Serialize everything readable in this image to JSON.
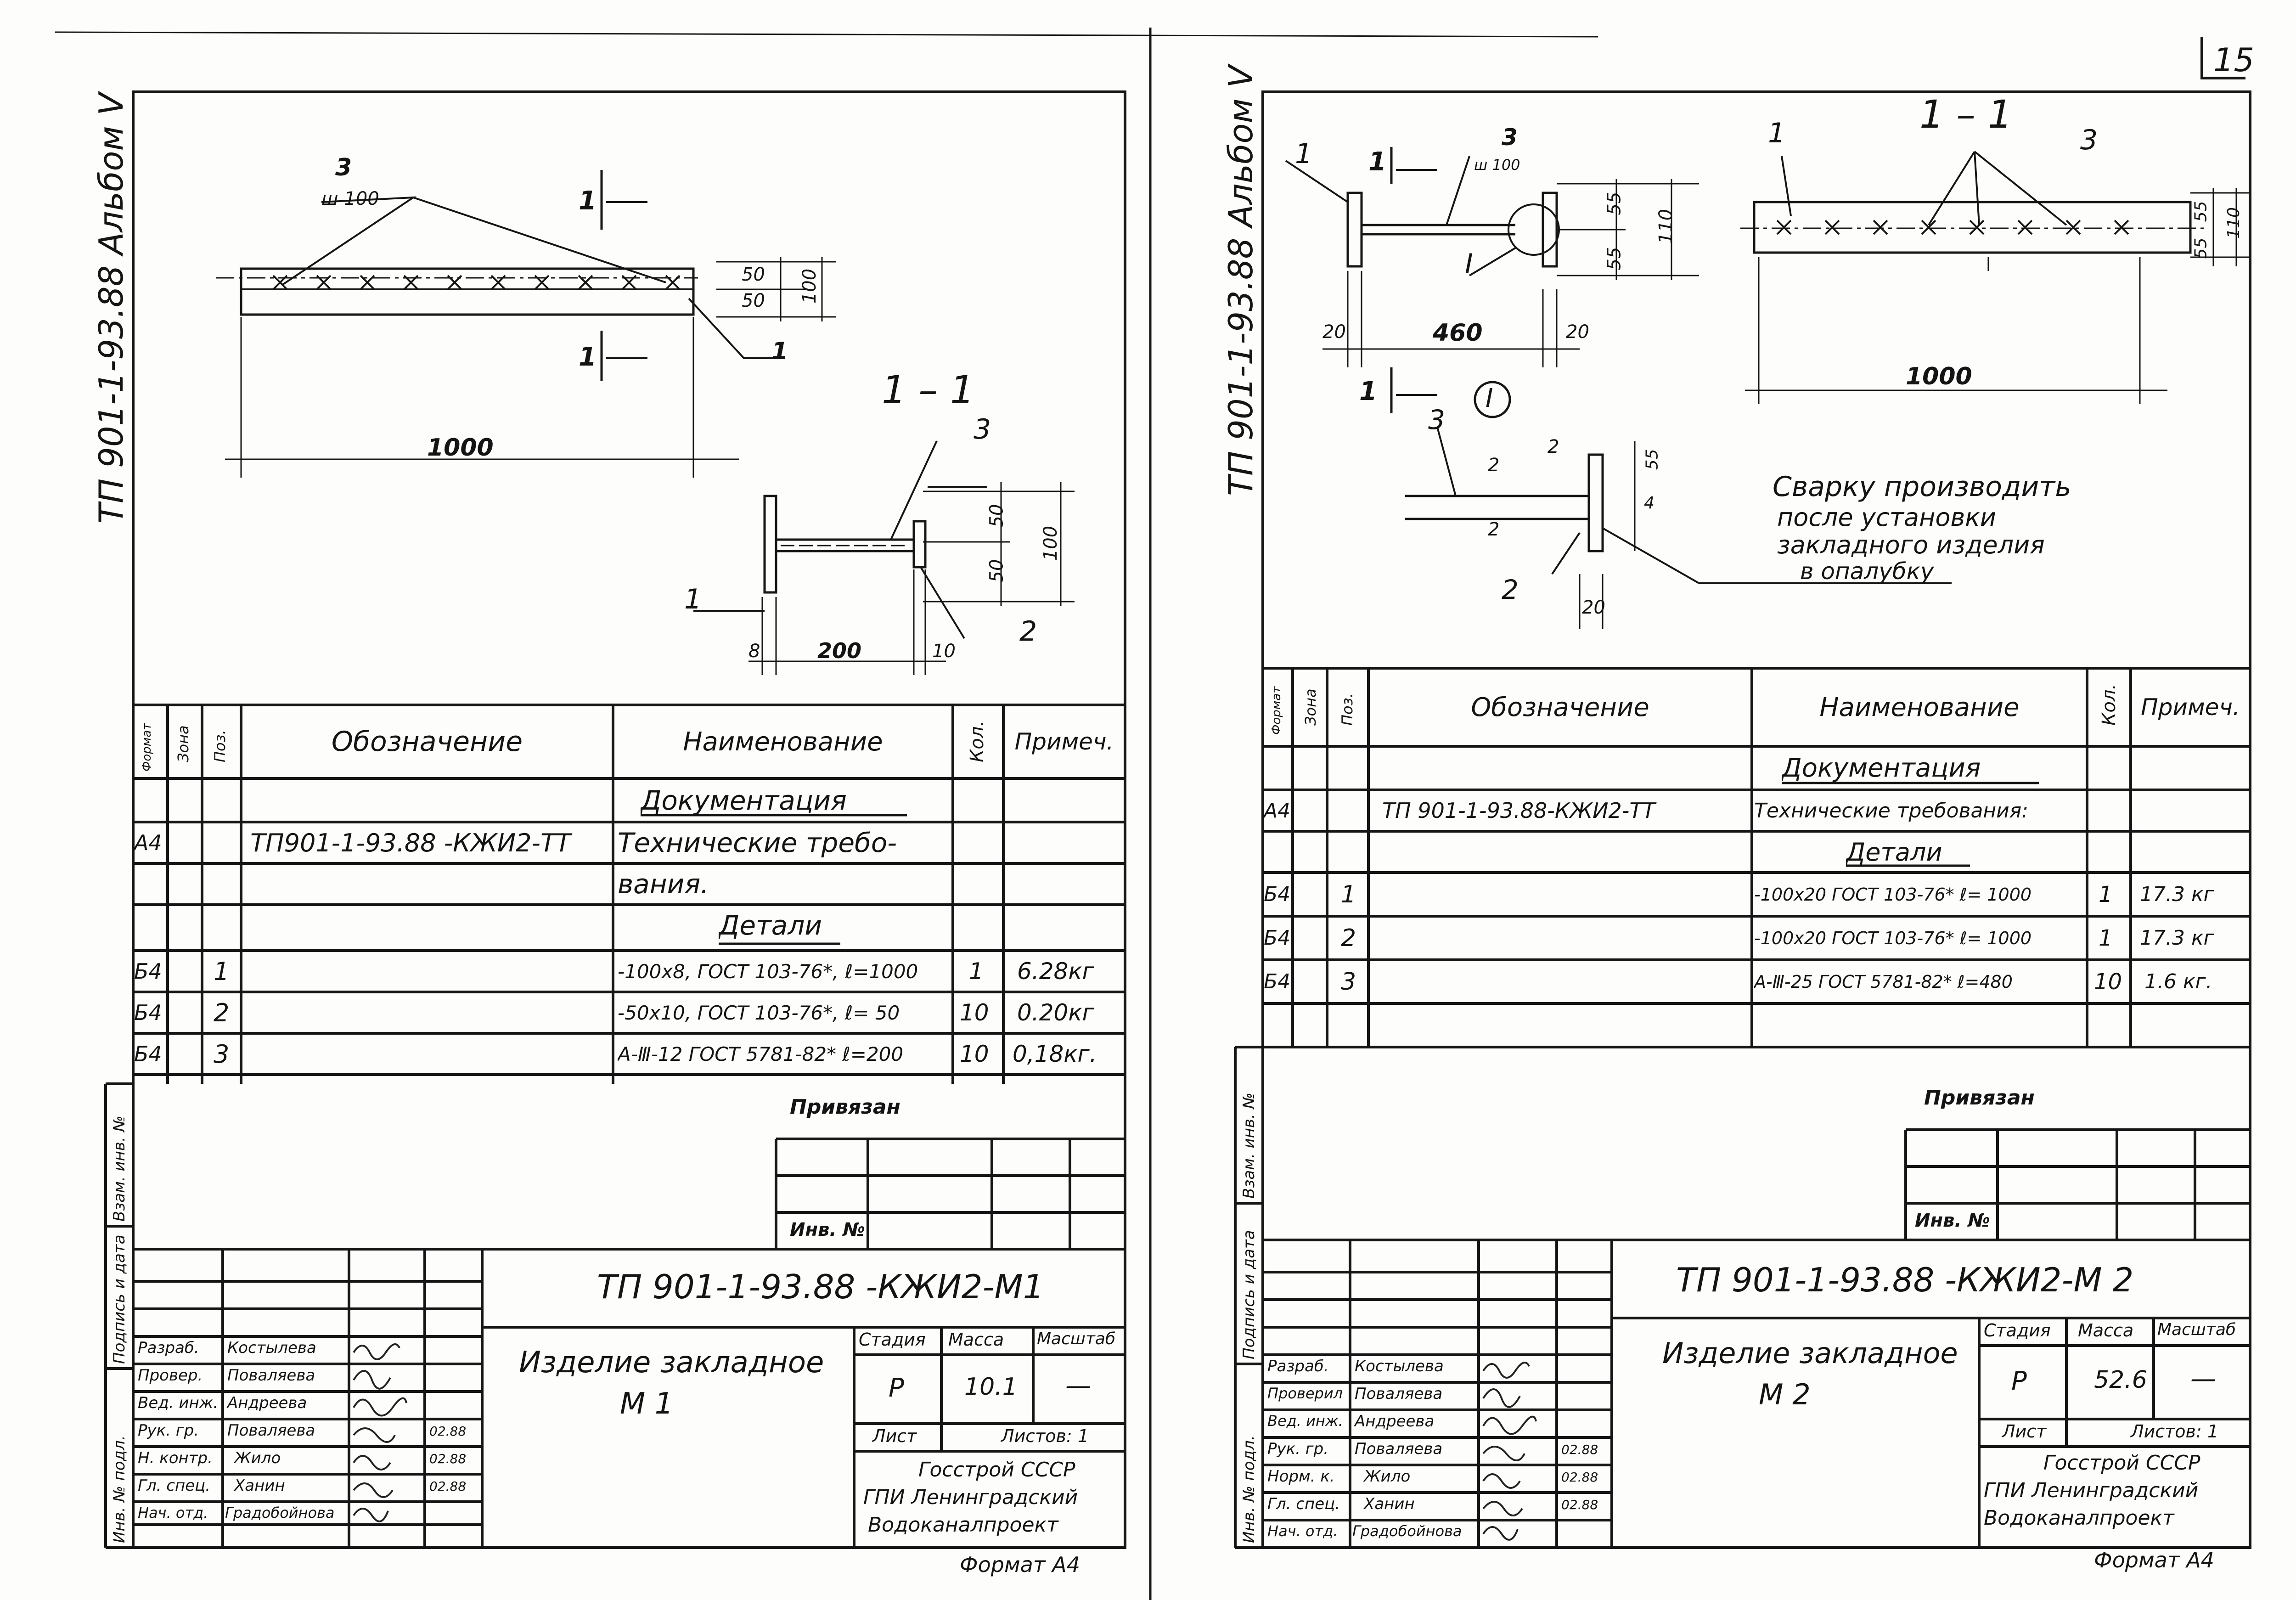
{
  "page_number": "15",
  "left": {
    "side_code": "ТП 901-1-93.88 Альбом V",
    "drawing": {
      "plan_pos_label": "3",
      "plan_pos_spacing": "ш 100",
      "section_mark_top": "1",
      "section_mark_bottom": "1",
      "dim_50a": "50",
      "dim_50b": "50",
      "dim_100": "100",
      "dim_1000": "1000",
      "pos1_callout": "1",
      "section_title": "1 – 1",
      "sec_pos3": "3",
      "sec_pos1": "1",
      "sec_pos2": "2",
      "sec_dim_50a": "50",
      "sec_dim_50b": "50",
      "sec_dim_100": "100",
      "sec_dim_8": "8",
      "sec_dim_200": "200",
      "sec_dim_10": "10"
    },
    "spec": {
      "headers": [
        "Формат",
        "Зона",
        "Поз.",
        "Обозначение",
        "Наименование",
        "Кол.",
        "Примеч."
      ],
      "rows": [
        {
          "format": "",
          "pos": "",
          "designation": "",
          "name": "Документация",
          "qty": "",
          "note": "",
          "underlined": true
        },
        {
          "format": "А4",
          "pos": "",
          "designation": "ТП901-1-93.88 -КЖИ2-ТТ",
          "name": "Технические требо-",
          "qty": "",
          "note": ""
        },
        {
          "format": "",
          "pos": "",
          "designation": "",
          "name": "вания.",
          "qty": "",
          "note": ""
        },
        {
          "format": "",
          "pos": "",
          "designation": "",
          "name": "Детали",
          "qty": "",
          "note": "",
          "underlined": true
        },
        {
          "format": "Б4",
          "pos": "1",
          "designation": "",
          "name": "-100х8, ГОСТ 103-76*, ℓ=1000",
          "qty": "1",
          "note": "6.28кг"
        },
        {
          "format": "Б4",
          "pos": "2",
          "designation": "",
          "name": "-50х10, ГОСТ 103-76*, ℓ= 50",
          "qty": "10",
          "note": "0.20кг"
        },
        {
          "format": "Б4",
          "pos": "3",
          "designation": "",
          "name": "А-Ⅲ-12 ГОСТ 5781-82* ℓ=200",
          "qty": "10",
          "note": "0,18кг."
        }
      ]
    },
    "side_stamp": [
      "Взам. инв. №",
      "Подпись и дата",
      "Инв. № подл."
    ],
    "privyazan": "Привязан",
    "inv_no": "Инв. №",
    "title_block": {
      "code": "ТП 901-1-93.88 -КЖИ2-М1",
      "name_line1": "Изделие закладное",
      "name_line2": "М 1",
      "stage_label": "Стадия",
      "mass_label": "Масса",
      "scale_label": "Масштаб",
      "stage": "Р",
      "mass": "10.1",
      "scale": "—",
      "sheet_label": "Лист",
      "sheets_label": "Листов: 1",
      "org_line1": "Госстрой СССР",
      "org_line2": "ГПИ Ленинградский",
      "org_line3": "Водоканалпроект",
      "people": [
        {
          "role": "Разраб.",
          "name": "Костылева",
          "date": ""
        },
        {
          "role": "Провер.",
          "name": "Поваляева",
          "date": ""
        },
        {
          "role": "Вед. инж.",
          "name": "Андреева",
          "date": ""
        },
        {
          "role": "Рук. гр.",
          "name": "Поваляева",
          "date": "02.88"
        },
        {
          "role": "Н. контр.",
          "name": "Жило",
          "date": "02.88"
        },
        {
          "role": "Гл. спец.",
          "name": "Ханин",
          "date": "02.88"
        },
        {
          "role": "Нач. отд.",
          "name": "Градобойнова",
          "date": ""
        }
      ]
    },
    "format_label": "Формат А4"
  },
  "right": {
    "side_code": "ТП 901-1-93.88 Альбом V",
    "drawing": {
      "pos1": "1",
      "pos3": "3",
      "pos3_spacing": "ш 100",
      "sec_mark_top": "1",
      "sec_mark_bottom": "1",
      "node_label": "I",
      "node_circle": "I",
      "dim_55a": "55",
      "dim_55b": "55",
      "dim_110": "110",
      "dim_20a": "20",
      "dim_460": "460",
      "dim_20b": "20",
      "section_title": "1 – 1",
      "sec_pos1": "1",
      "sec_pos3": "3",
      "sec_dim_55a": "55",
      "sec_dim_55b": "55",
      "sec_dim_110": "110",
      "sec_dim_1000": "1000",
      "node_pos3": "3",
      "node_pos2": "2",
      "node_weld_2a": "2",
      "node_weld_2b": "2",
      "node_weld_2c": "2",
      "node_dim_20": "20",
      "node_dim_55": "55",
      "node_dim_4": "4",
      "note_line1": "Сварку производить",
      "note_line2": "после установки",
      "note_line3": "закладного изделия",
      "note_line4": "в опалубку"
    },
    "spec": {
      "headers": [
        "Формат",
        "Зона",
        "Поз.",
        "Обозначение",
        "Наименование",
        "Кол.",
        "Примеч."
      ],
      "rows": [
        {
          "format": "",
          "pos": "",
          "designation": "",
          "name": "Документация",
          "qty": "",
          "note": "",
          "underlined": true
        },
        {
          "format": "А4",
          "pos": "",
          "designation": "ТП 901-1-93.88-КЖИ2-ТТ",
          "name": "Технические требования:",
          "qty": "",
          "note": ""
        },
        {
          "format": "",
          "pos": "",
          "designation": "",
          "name": "Детали",
          "qty": "",
          "note": "",
          "underlined": true
        },
        {
          "format": "Б4",
          "pos": "1",
          "designation": "",
          "name": "-100х20 ГОСТ 103-76* ℓ= 1000",
          "qty": "1",
          "note": "17.3 кг"
        },
        {
          "format": "Б4",
          "pos": "2",
          "designation": "",
          "name": "-100х20 ГОСТ 103-76* ℓ= 1000",
          "qty": "1",
          "note": "17.3 кг"
        },
        {
          "format": "Б4",
          "pos": "3",
          "designation": "",
          "name": "А-Ⅲ-25 ГОСТ 5781-82* ℓ=480",
          "qty": "10",
          "note": "1.6 кг."
        },
        {
          "format": "",
          "pos": "",
          "designation": "",
          "name": "",
          "qty": "",
          "note": ""
        }
      ]
    },
    "side_stamp": [
      "Взам. инв. №",
      "Подпись и дата",
      "Инв. № подл."
    ],
    "privyazan": "Привязан",
    "inv_no": "Инв. №",
    "title_block": {
      "code": "ТП 901-1-93.88 -КЖИ2-М 2",
      "name_line1": "Изделие закладное",
      "name_line2": "М 2",
      "stage_label": "Стадия",
      "mass_label": "Масса",
      "scale_label": "Масштаб",
      "stage": "Р",
      "mass": "52.6",
      "scale": "—",
      "sheet_label": "Лист",
      "sheets_label": "Листов: 1",
      "org_line1": "Госстрой СССР",
      "org_line2": "ГПИ Ленинградский",
      "org_line3": "Водоканалпроект",
      "people": [
        {
          "role": "Разраб.",
          "name": "Костылева",
          "date": ""
        },
        {
          "role": "Проверил",
          "name": "Поваляева",
          "date": ""
        },
        {
          "role": "Вед. инж.",
          "name": "Андреева",
          "date": ""
        },
        {
          "role": "Рук. гр.",
          "name": "Поваляева",
          "date": "02.88"
        },
        {
          "role": "Норм. к.",
          "name": "Жило",
          "date": "02.88"
        },
        {
          "role": "Гл. спец.",
          "name": "Ханин",
          "date": "02.88"
        },
        {
          "role": "Нач. отд.",
          "name": "Градобойнова",
          "date": ""
        }
      ]
    },
    "format_label": "Формат А4"
  }
}
